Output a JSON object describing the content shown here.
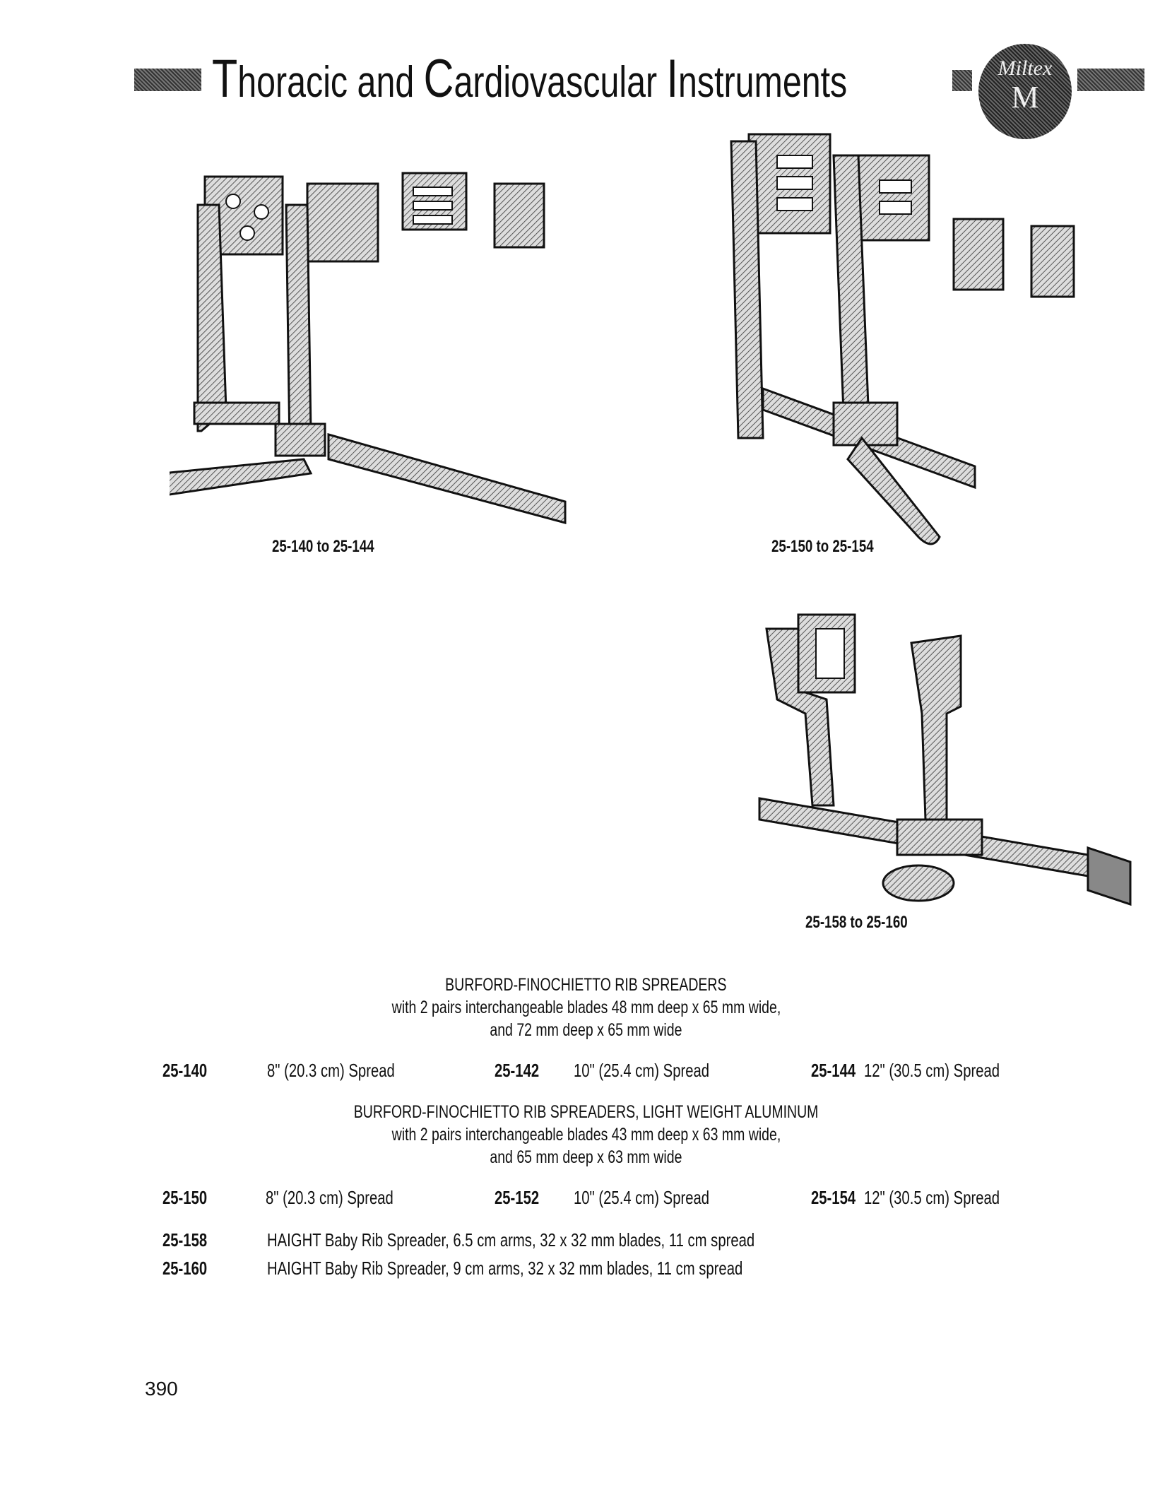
{
  "header": {
    "title_parts": [
      {
        "cap": "T",
        "rest": "horacic and "
      },
      {
        "cap": "C",
        "rest": "ardiovascular "
      },
      {
        "cap": "I",
        "rest": "nstruments"
      }
    ],
    "logo_text": "Miltex",
    "logo_letter": "M"
  },
  "figures": [
    {
      "caption": "25-140 to 25-144"
    },
    {
      "caption": "25-150 to 25-154"
    },
    {
      "caption": "25-158 to 25-160"
    }
  ],
  "sections": [
    {
      "title": "BURFORD-FINOCHIETTO RIB SPREADERS",
      "desc1": "with 2 pairs interchangeable blades 48 mm deep x 65 mm wide,",
      "desc2": "and 72 mm deep x 65 mm wide",
      "items": [
        {
          "code": "25-140",
          "desc": "8\" (20.3 cm) Spread"
        },
        {
          "code": "25-142",
          "desc": "10\" (25.4 cm) Spread"
        },
        {
          "code": "25-144",
          "desc": "12\" (30.5 cm) Spread"
        }
      ]
    },
    {
      "title": "BURFORD-FINOCHIETTO RIB SPREADERS, LIGHT WEIGHT ALUMINUM",
      "desc1": "with 2 pairs interchangeable blades 43 mm deep x 63 mm wide,",
      "desc2": "and 65 mm deep x 63 mm wide",
      "items": [
        {
          "code": "25-150",
          "desc": "8\" (20.3 cm) Spread"
        },
        {
          "code": "25-152",
          "desc": "10\" (25.4 cm) Spread"
        },
        {
          "code": "25-154",
          "desc": "12\" (30.5 cm) Spread"
        }
      ]
    }
  ],
  "haight": [
    {
      "code": "25-158",
      "desc": "HAIGHT Baby Rib Spreader, 6.5 cm arms, 32 x 32 mm blades, 11 cm spread"
    },
    {
      "code": "25-160",
      "desc": "HAIGHT Baby Rib Spreader, 9 cm arms, 32 x 32 mm blades, 11 cm spread"
    }
  ],
  "page_number": "390"
}
